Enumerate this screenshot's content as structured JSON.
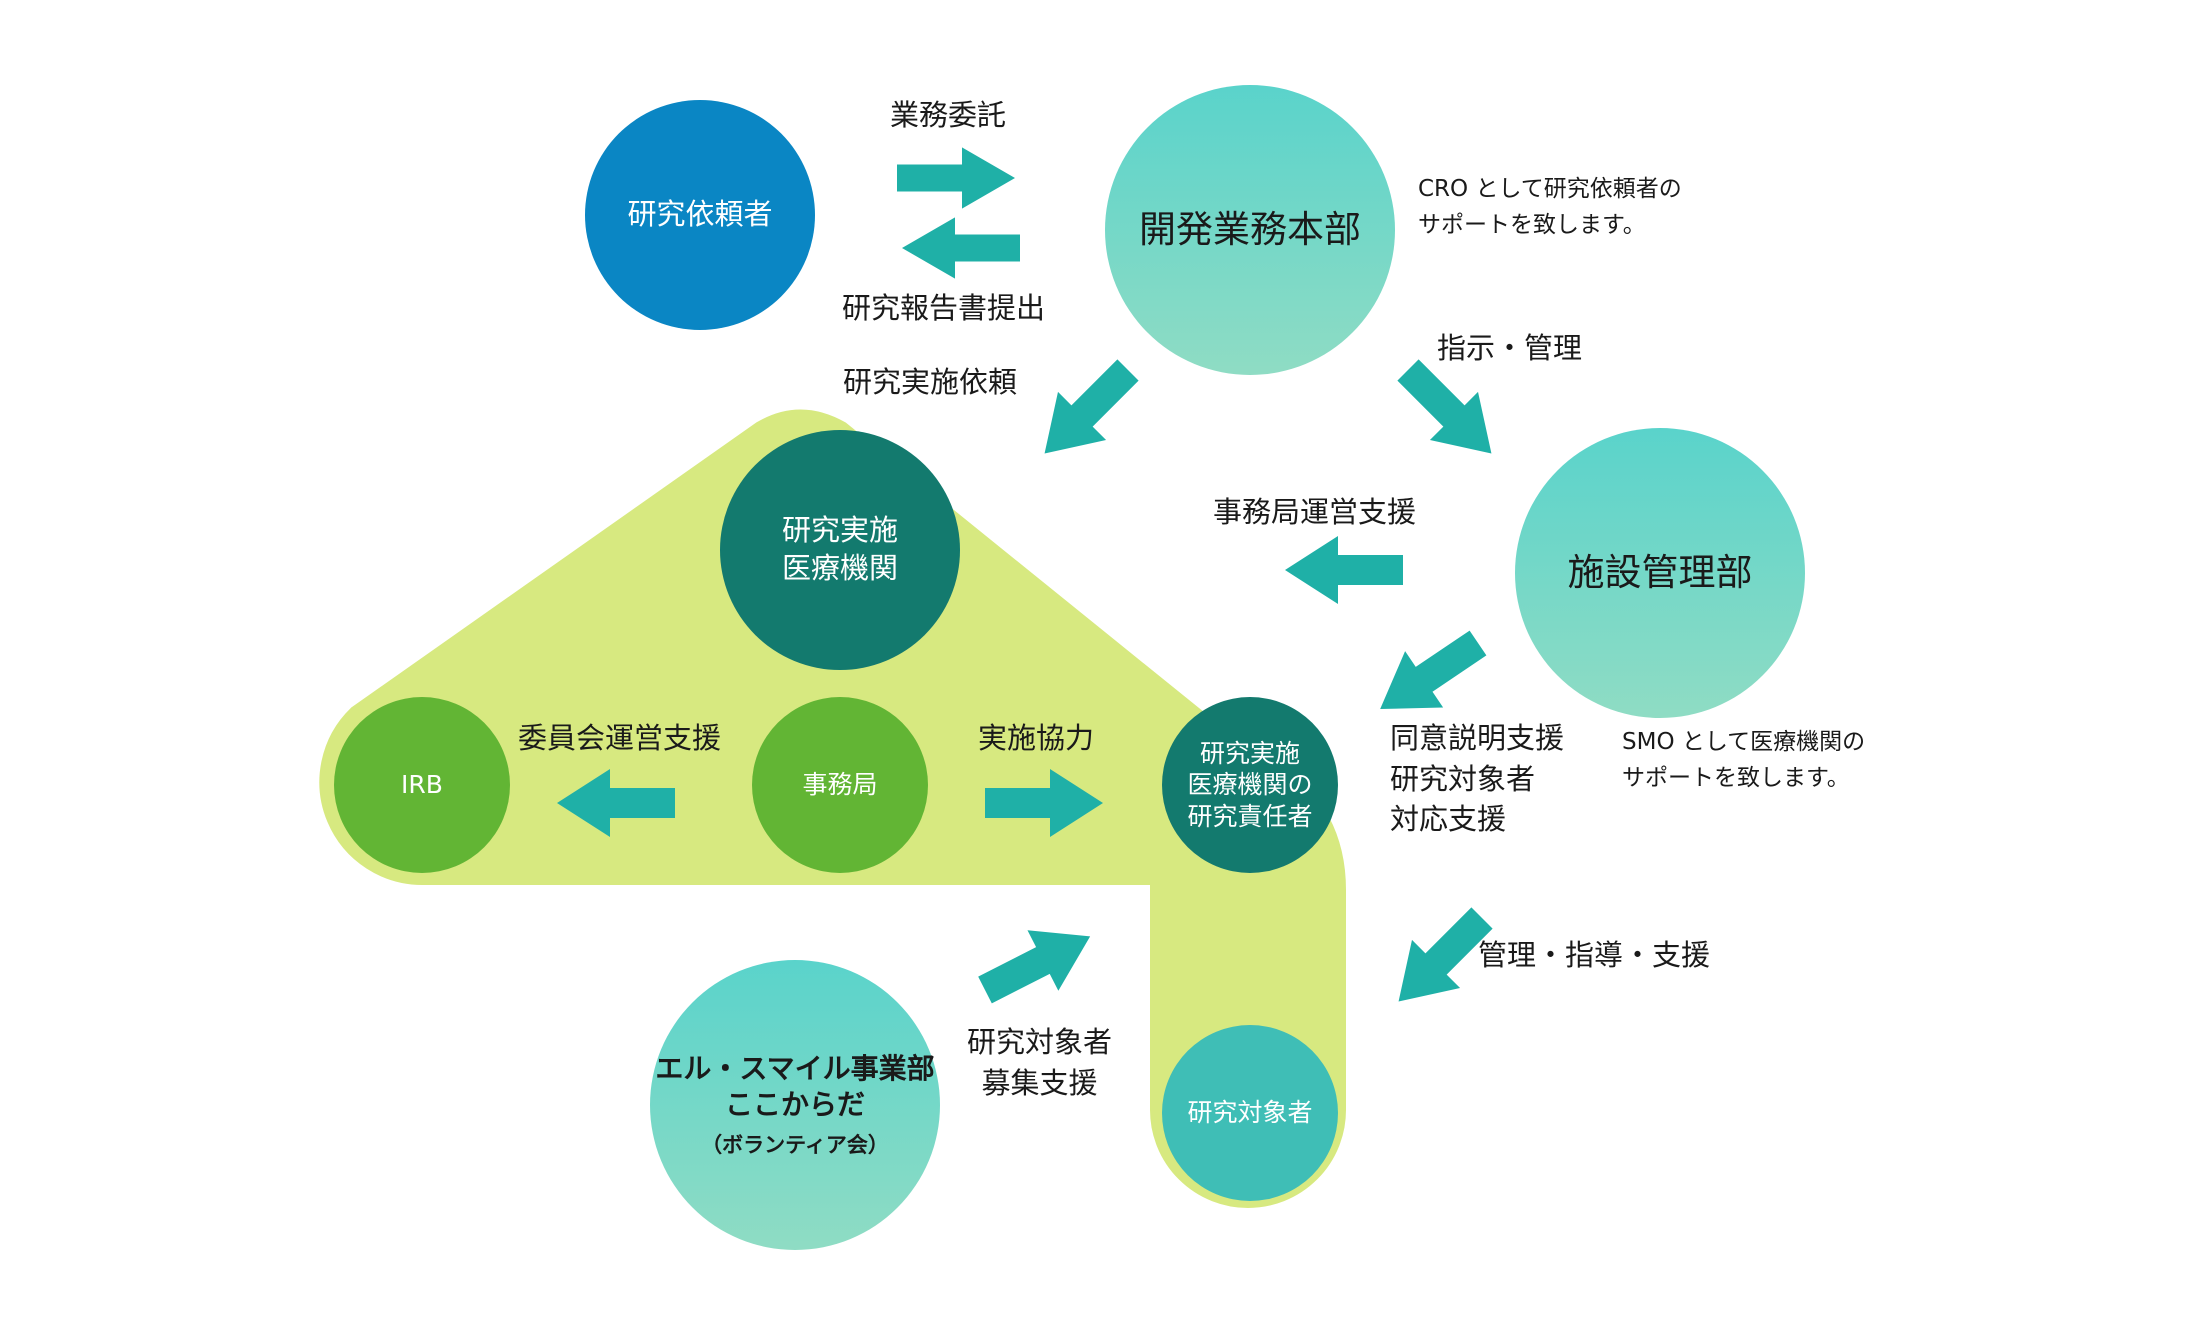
{
  "nodes": {
    "sponsor": "研究依頼者",
    "development_hq": "開発業務本部",
    "facility_mgmt": "施設管理部",
    "site_line1": "研究実施",
    "site_line2": "医療機関",
    "irb": "IRB",
    "secretariat": "事務局",
    "investigator_line1": "研究実施",
    "investigator_line2": "医療機関の",
    "investigator_line3": "研究責任者",
    "subjects": "研究対象者",
    "volunteer_line1": "エル・スマイル事業部",
    "volunteer_line2": "ここからだ",
    "volunteer_line3": "（ボランティア会）"
  },
  "labels": {
    "outsourcing": "業務委託",
    "report_submission": "研究報告書提出",
    "study_request": "研究実施依頼",
    "direction_mgmt": "指示・管理",
    "secretariat_support": "事務局運営支援",
    "committee_support": "委員会運営支援",
    "cooperation": "実施協力",
    "consent_line1": "同意説明支援",
    "consent_line2": "研究対象者",
    "consent_line3": "対応支援",
    "guidance": "管理・指導・支援",
    "recruit_line1": "研究対象者",
    "recruit_line2": "募集支援"
  },
  "notes": {
    "cro_line1": "CRO として研究依頼者の",
    "cro_line2": "サポートを致します。",
    "smo_line1": "SMO として医療機関の",
    "smo_line2": "サポートを致します。"
  },
  "colors": {
    "sponsor_blue": "#0a86c4",
    "teal_gradient_top": "#5ad3cb",
    "teal_gradient_bottom": "#8fdcc4",
    "dark_teal": "#137a6e",
    "green": "#62b534",
    "lime_region": "#d7e980",
    "subjects_teal": "#3fbeb6",
    "arrow_teal": "#1fb0a7"
  }
}
